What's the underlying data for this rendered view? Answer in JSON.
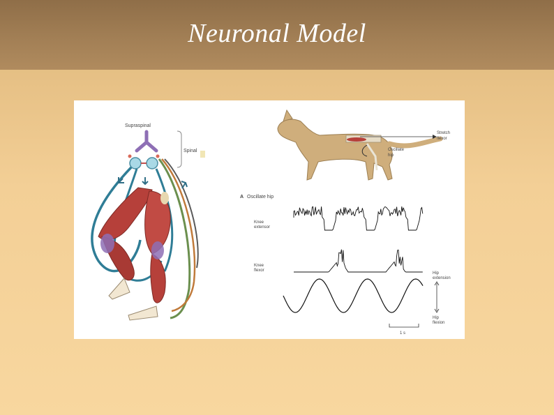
{
  "slide": {
    "title": "Neuronal Model"
  },
  "figure": {
    "left_panel": {
      "supraspinal_label": "Supraspinal",
      "spinal_label": "Spinal"
    },
    "cat_panel": {
      "stretch_label": "Stretch",
      "flexor_label": "flexor",
      "oscillate_label": "Oscillate",
      "hip_label": "hip"
    },
    "traces_panel": {
      "panel_letter": "A",
      "panel_title": "Oscillate hip",
      "knee_extensor_line1": "Knee",
      "knee_extensor_line2": "extensor",
      "knee_flexor_line1": "Knee",
      "knee_flexor_line2": "flexor",
      "hip_extension_line1": "Hip",
      "hip_extension_line2": "extension",
      "hip_flexion_line1": "Hip",
      "hip_flexion_line2": "flexion",
      "scale_label": "1 s"
    },
    "colors": {
      "nerve_blue": "#2f7d96",
      "muscle_red": "#b6403a",
      "muscle_purple": "#8e6fb5",
      "cat_tan": "#cfae7c"
    }
  }
}
